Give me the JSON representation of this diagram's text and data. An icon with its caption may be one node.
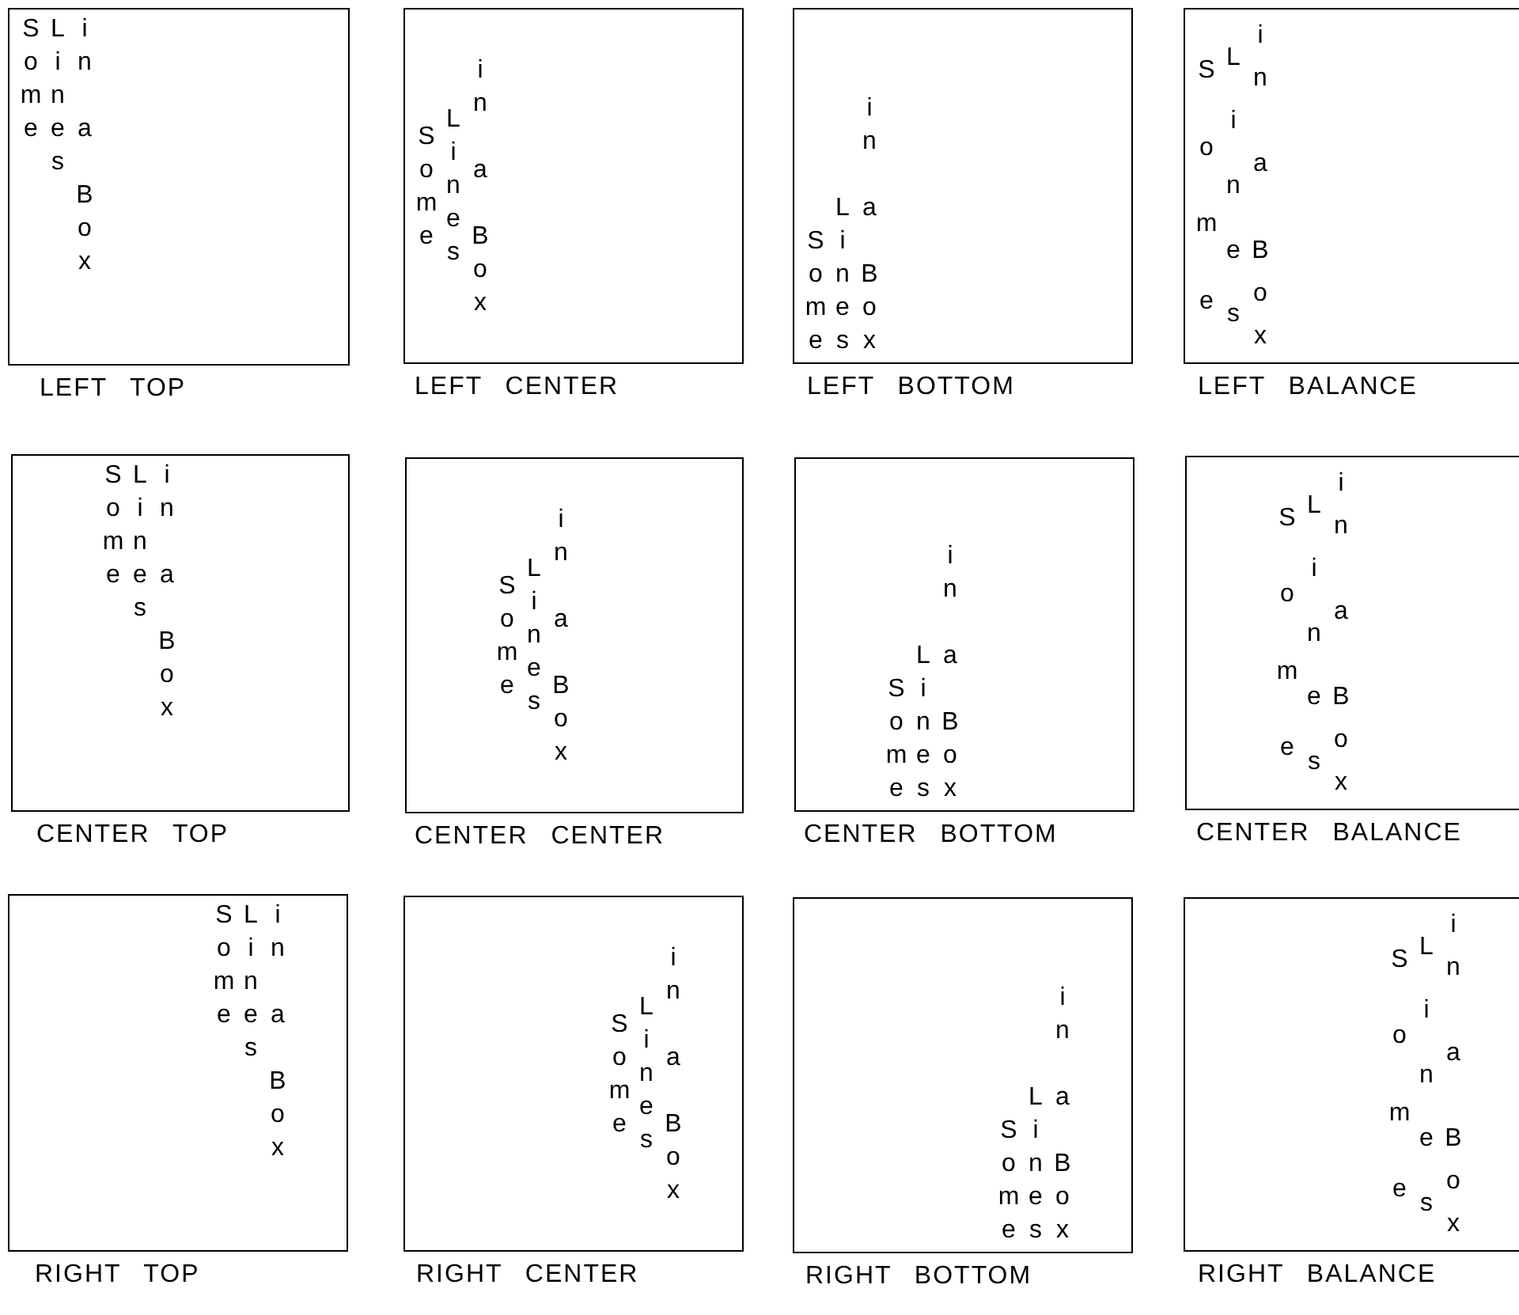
{
  "diagram": {
    "nodes": [
      {
        "text": [
          "Some",
          "Lines",
          "in a Box"
        ],
        "beside": [
          "LEFT TOP"
        ]
      },
      {
        "text": [
          "Some",
          "Lines",
          "in a Box"
        ],
        "beside": [
          "LEFT CENTER"
        ]
      },
      {
        "text": [
          "Some",
          "Lines",
          "in a Box"
        ],
        "beside": [
          "LEFT BOTTOM"
        ]
      },
      {
        "text": [
          "Some",
          "Lines",
          "in a Box"
        ],
        "beside": [
          "LEFT BALANCE"
        ]
      },
      {
        "text": [
          "Some",
          "Lines",
          "in a Box"
        ],
        "beside": [
          "CENTER TOP"
        ]
      },
      {
        "text": [
          "Some",
          "Lines",
          "in a Box"
        ],
        "beside": [
          "CENTER CENTER"
        ]
      },
      {
        "text": [
          "Some",
          "Lines",
          "in a Box"
        ],
        "beside": [
          "CENTER BOTTOM"
        ]
      },
      {
        "text": [
          "Some",
          "Lines",
          "in a Box"
        ],
        "beside": [
          "CENTER BALANCE"
        ]
      },
      {
        "text": [
          "Some",
          "Lines",
          "in a Box"
        ],
        "beside": [
          "RIGHT TOP"
        ]
      },
      {
        "text": [
          "Some",
          "Lines",
          "in a Box"
        ],
        "beside": [
          "RIGHT CENTER"
        ]
      },
      {
        "text": [
          "Some",
          "Lines",
          "in a Box"
        ],
        "beside": [
          "RIGHT BOTTOM"
        ]
      },
      {
        "text": [
          "Some",
          "Lines",
          "in a Box"
        ],
        "beside": [
          "RIGHT BALANCE"
        ]
      }
    ]
  }
}
